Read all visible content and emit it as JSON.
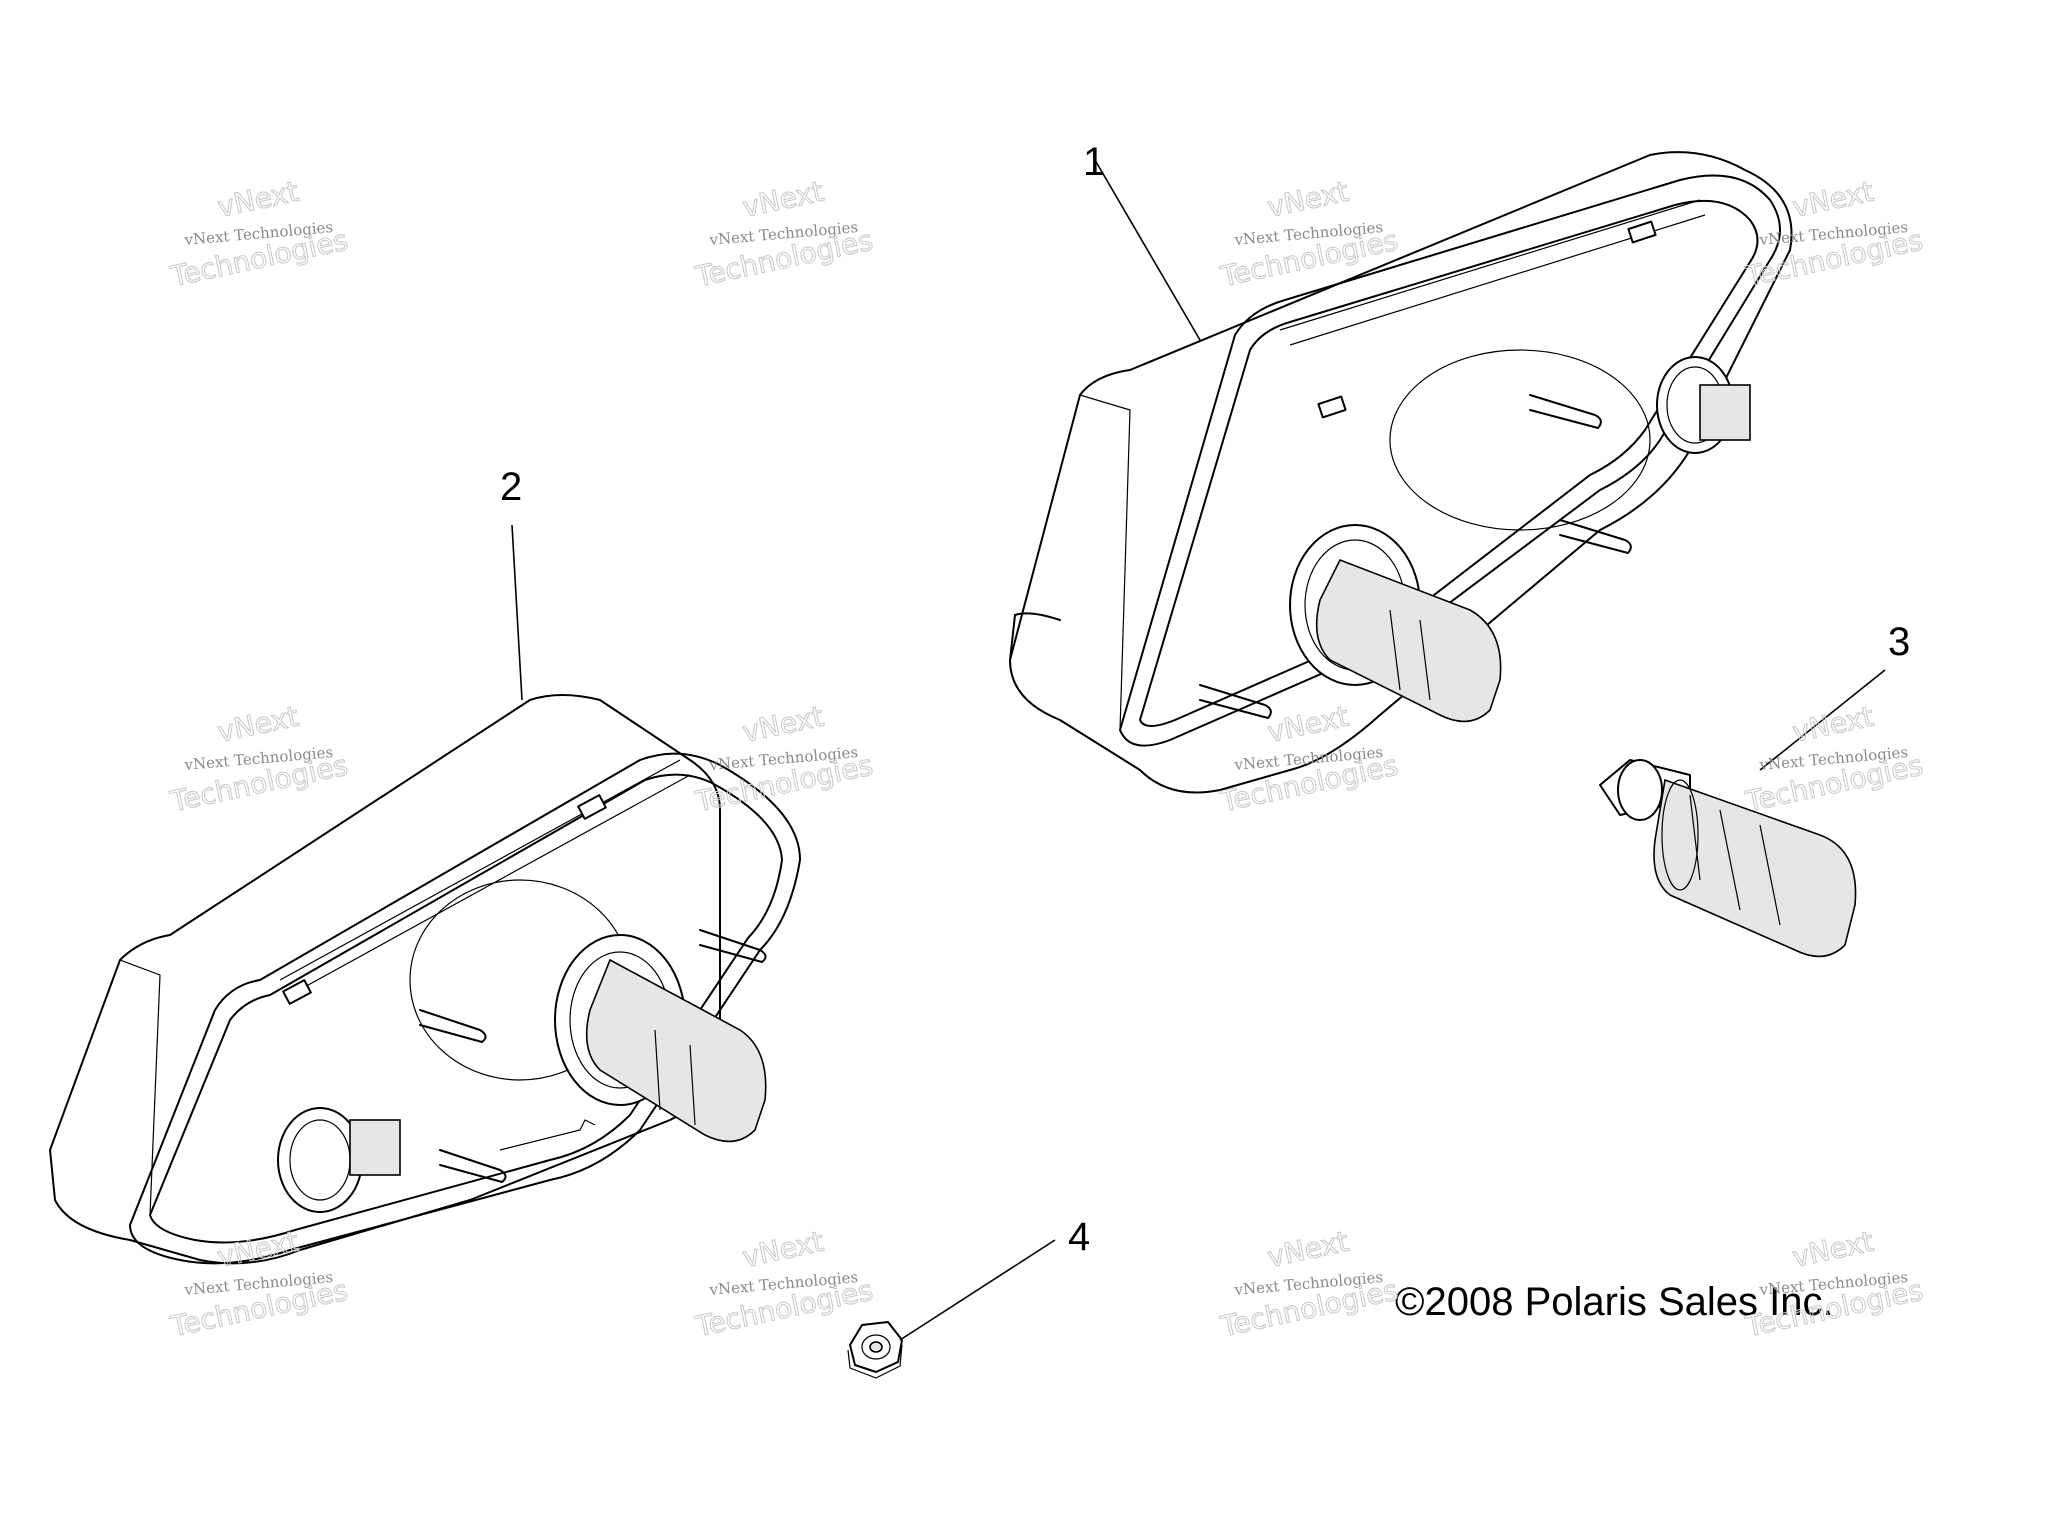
{
  "callouts": [
    {
      "number": "1"
    },
    {
      "number": "2"
    },
    {
      "number": "3"
    },
    {
      "number": "4"
    }
  ],
  "copyright": "©2008 Polaris Sales Inc.",
  "watermark": {
    "line1": "vNext Technologies",
    "line2": "vNext",
    "line3": "Technologies"
  },
  "parts": [
    {
      "callout": "1",
      "icon": "tail-light-assembly-icon"
    },
    {
      "callout": "2",
      "icon": "tail-light-assembly-icon"
    },
    {
      "callout": "3",
      "icon": "bulb-socket-icon"
    },
    {
      "callout": "4",
      "icon": "flange-nut-icon"
    }
  ]
}
